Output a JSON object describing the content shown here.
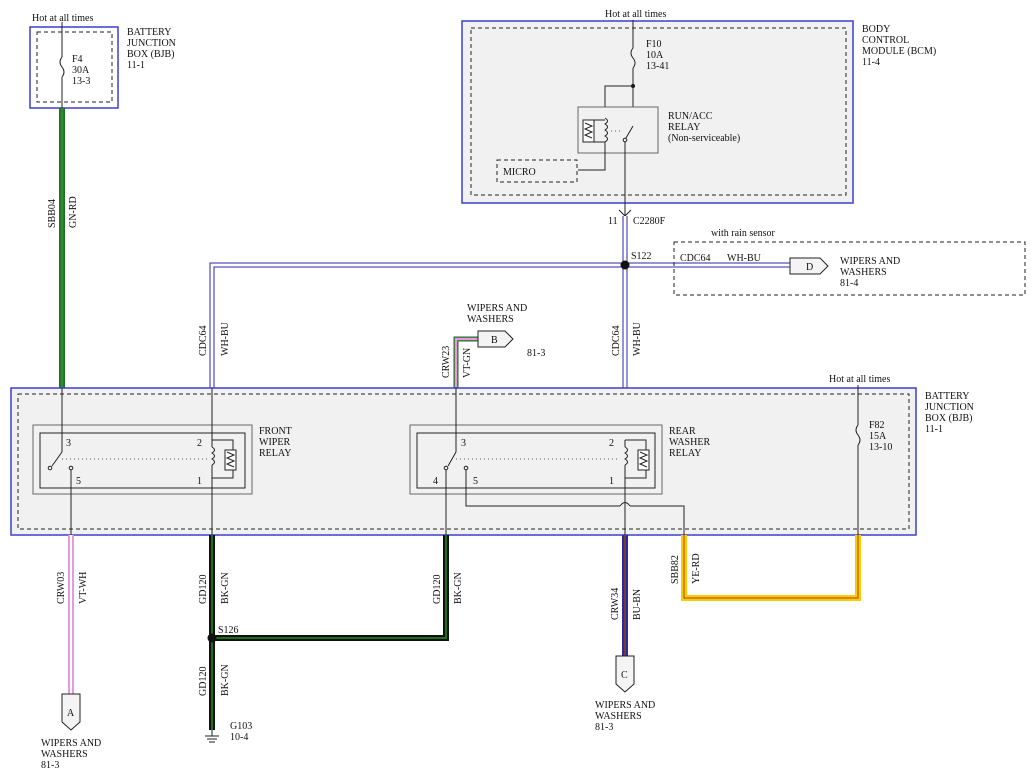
{
  "modules": {
    "bjb_top": {
      "hot": "Hot at all times",
      "name": [
        "BATTERY",
        "JUNCTION",
        "BOX (BJB)"
      ],
      "ref": "11-1",
      "fuse": {
        "id": "F4",
        "rating": "30A",
        "ref": "13-3"
      }
    },
    "bcm": {
      "hot": "Hot at all times",
      "name": [
        "BODY",
        "CONTROL",
        "MODULE (BCM)"
      ],
      "ref": "11-4",
      "fuse": {
        "id": "F10",
        "rating": "10A",
        "ref": "13-41"
      },
      "relay": [
        "RUN/ACC",
        "RELAY",
        "(Non-serviceable)"
      ],
      "micro": "MICRO"
    },
    "bjb_main": {
      "hot": "Hot at all times",
      "name": [
        "BATTERY",
        "JUNCTION",
        "BOX (BJB)"
      ],
      "ref": "11-1",
      "fuse": {
        "id": "F82",
        "rating": "15A",
        "ref": "13-10"
      },
      "front_relay": {
        "name": [
          "FRONT",
          "WIPER",
          "RELAY"
        ],
        "pins": [
          "3",
          "5",
          "2",
          "1"
        ]
      },
      "rear_relay": {
        "name": [
          "REAR",
          "WASHER",
          "RELAY"
        ],
        "pins": [
          "3",
          "4",
          "5",
          "2",
          "1"
        ]
      }
    }
  },
  "connectors": {
    "bcm_pin": "11",
    "bcm_conn": "C2280F",
    "splice_top": "S122",
    "splice_bottom": "S126",
    "ground": "G103",
    "ground_ref": "10-4",
    "rain_sensor": "with rain sensor"
  },
  "wires": {
    "sbb04": {
      "circuit": "SBB04",
      "color": "GN-RD"
    },
    "cdc64_left": {
      "circuit": "CDC64",
      "color": "WH-BU"
    },
    "cdc64_right": {
      "circuit": "CDC64",
      "color": "WH-BU"
    },
    "cdc64_horiz": {
      "circuit": "CDC64",
      "color": "WH-BU"
    },
    "crw23": {
      "circuit": "CRW23",
      "color": "VT-GN"
    },
    "crw03": {
      "circuit": "CRW03",
      "color": "VT-WH"
    },
    "gd120_a": {
      "circuit": "GD120",
      "color": "BK-GN"
    },
    "gd120_b": {
      "circuit": "GD120",
      "color": "BK-GN"
    },
    "gd120_c": {
      "circuit": "GD120",
      "color": "BK-GN"
    },
    "crw34": {
      "circuit": "CRW34",
      "color": "BU-BN"
    },
    "sbb82": {
      "circuit": "SBB82",
      "color": "YE-RD"
    }
  },
  "offpage": {
    "A": {
      "letter": "A",
      "label": [
        "WIPERS AND",
        "WASHERS"
      ],
      "ref": "81-3"
    },
    "B": {
      "letter": "B",
      "label": [
        "WIPERS AND",
        "WASHERS"
      ],
      "ref": "81-3"
    },
    "C": {
      "letter": "C",
      "label": [
        "WIPERS AND",
        "WASHERS"
      ],
      "ref": "81-3"
    },
    "D": {
      "letter": "D",
      "label": [
        "WIPERS AND",
        "WASHERS"
      ],
      "ref": "81-4"
    }
  },
  "colors": {
    "green": "#1f6e1f",
    "black": "#111111",
    "violet": "#e59ae0",
    "blue": "#2a2aa8",
    "brown": "#7a3b2a",
    "yellow": "#f0d000",
    "red": "#d22b2b",
    "white_blue": "#ffffff",
    "module_border": "#3b3fd0"
  }
}
